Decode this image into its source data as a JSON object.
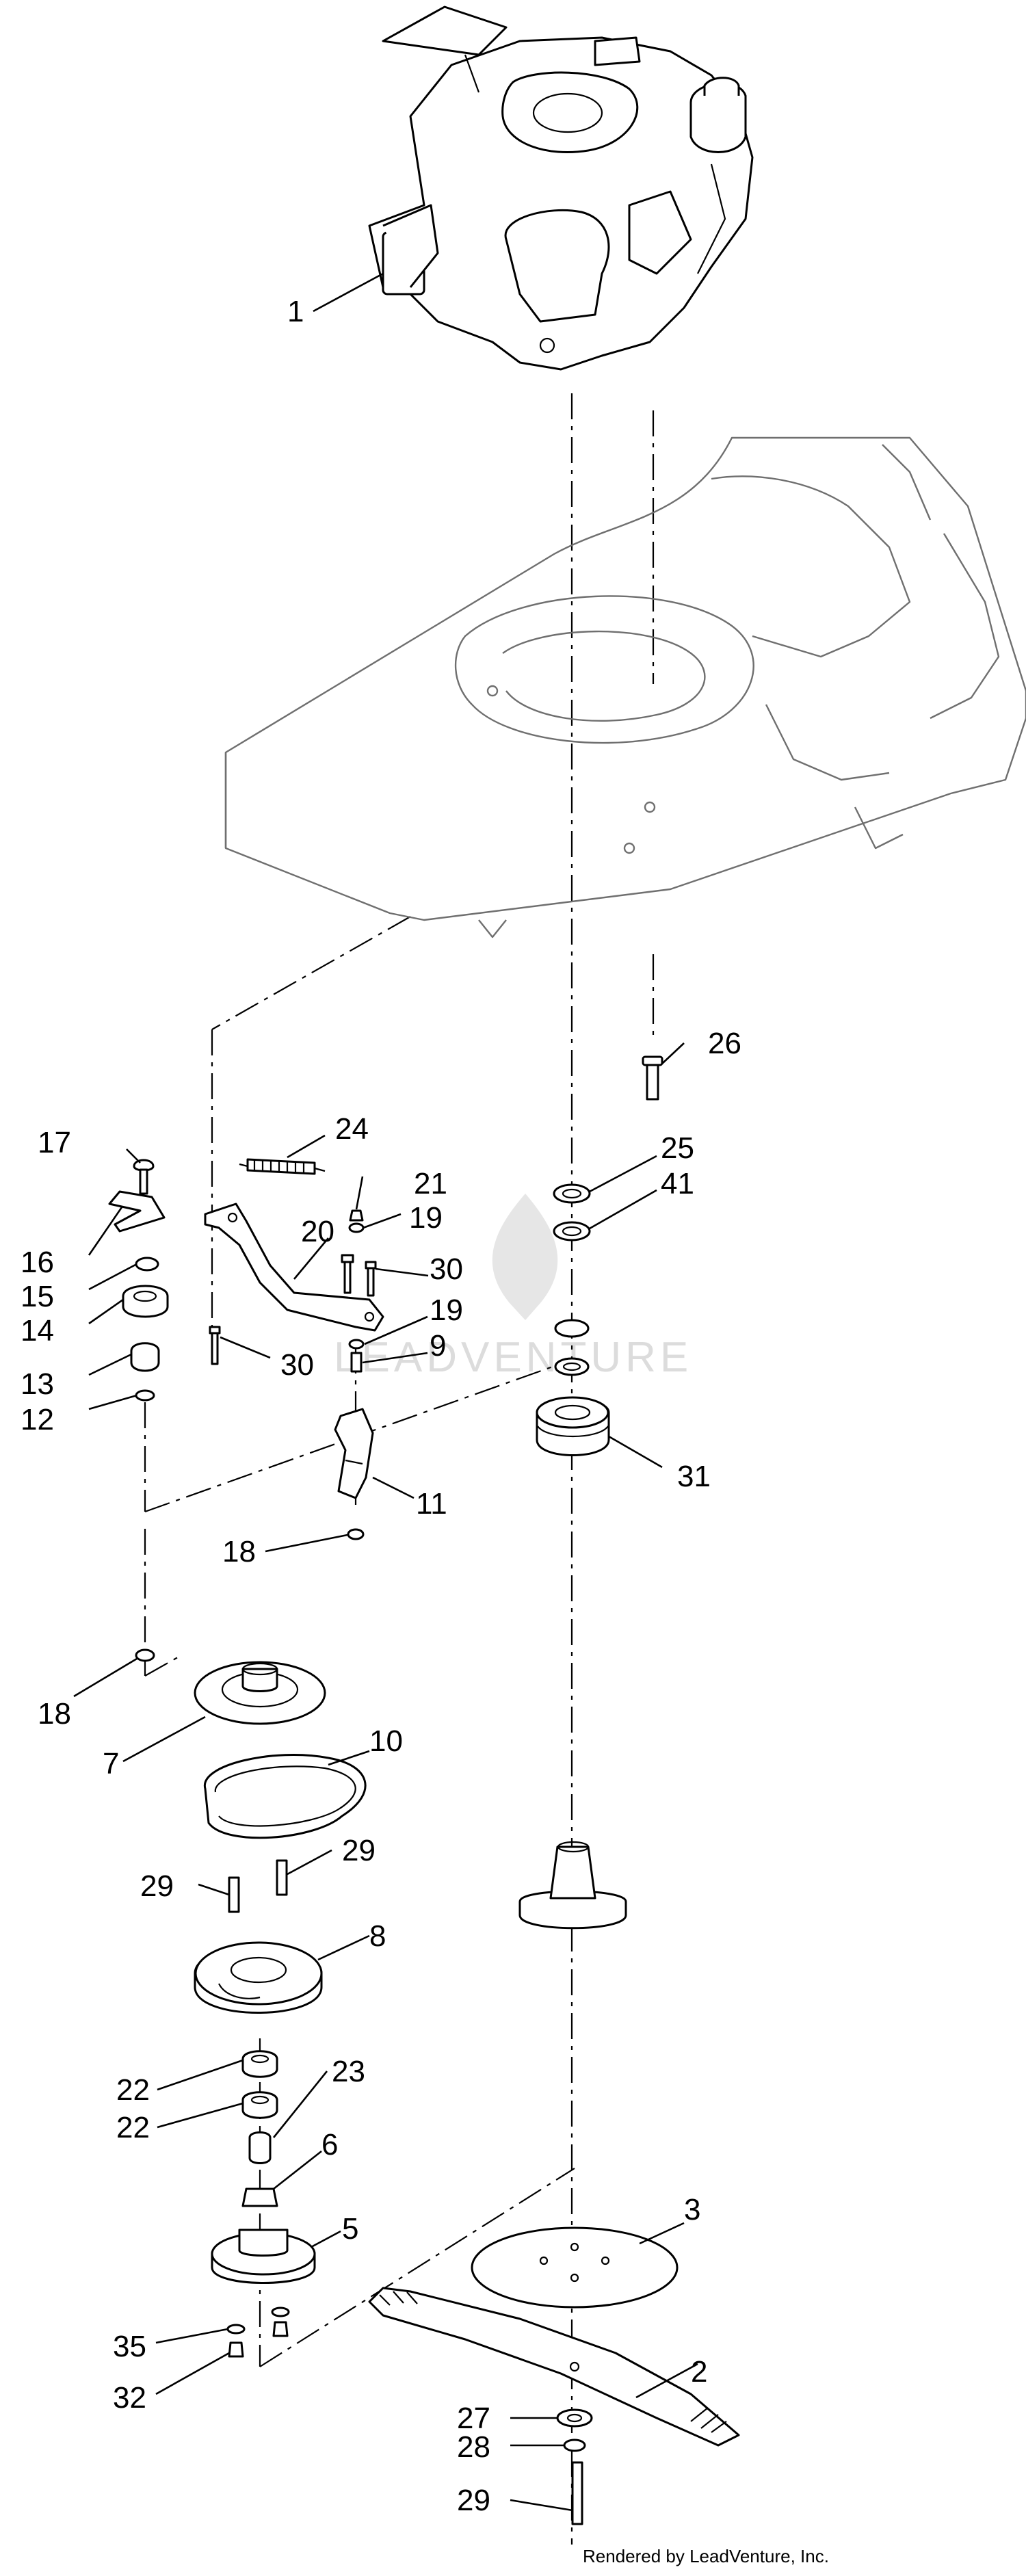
{
  "watermark": "LEADVENTURE",
  "credit": "Rendered by LeadVenture, Inc.",
  "callouts": [
    {
      "id": "c1",
      "label": "1"
    },
    {
      "id": "c2",
      "label": "2"
    },
    {
      "id": "c3",
      "label": "3"
    },
    {
      "id": "c5",
      "label": "5"
    },
    {
      "id": "c6",
      "label": "6"
    },
    {
      "id": "c7",
      "label": "7"
    },
    {
      "id": "c8",
      "label": "8"
    },
    {
      "id": "c9",
      "label": "9"
    },
    {
      "id": "c10",
      "label": "10"
    },
    {
      "id": "c11",
      "label": "11"
    },
    {
      "id": "c12",
      "label": "12"
    },
    {
      "id": "c13",
      "label": "13"
    },
    {
      "id": "c14",
      "label": "14"
    },
    {
      "id": "c15",
      "label": "15"
    },
    {
      "id": "c16",
      "label": "16"
    },
    {
      "id": "c17",
      "label": "17"
    },
    {
      "id": "c18a",
      "label": "18"
    },
    {
      "id": "c18b",
      "label": "18"
    },
    {
      "id": "c19a",
      "label": "19"
    },
    {
      "id": "c19b",
      "label": "19"
    },
    {
      "id": "c20",
      "label": "20"
    },
    {
      "id": "c21",
      "label": "21"
    },
    {
      "id": "c22a",
      "label": "22"
    },
    {
      "id": "c22b",
      "label": "22"
    },
    {
      "id": "c23",
      "label": "23"
    },
    {
      "id": "c24",
      "label": "24"
    },
    {
      "id": "c25",
      "label": "25"
    },
    {
      "id": "c26",
      "label": "26"
    },
    {
      "id": "c27",
      "label": "27"
    },
    {
      "id": "c28",
      "label": "28"
    },
    {
      "id": "c29a",
      "label": "29"
    },
    {
      "id": "c29b",
      "label": "29"
    },
    {
      "id": "c29c",
      "label": "29"
    },
    {
      "id": "c30a",
      "label": "30"
    },
    {
      "id": "c30b",
      "label": "30"
    },
    {
      "id": "c31",
      "label": "31"
    },
    {
      "id": "c32",
      "label": "32"
    },
    {
      "id": "c35",
      "label": "35"
    },
    {
      "id": "c41",
      "label": "41"
    }
  ]
}
